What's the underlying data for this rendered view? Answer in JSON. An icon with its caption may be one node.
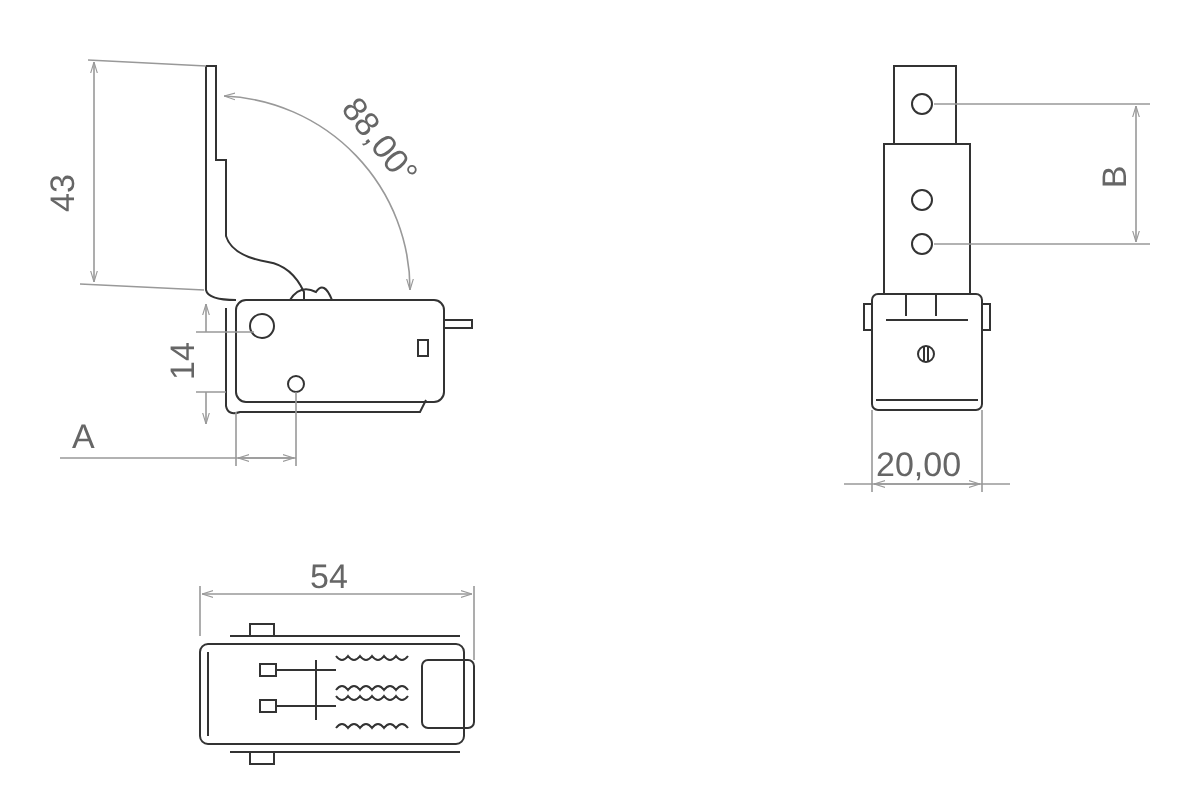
{
  "diagram": {
    "labels": [
      "43",
      "88,00°",
      "14",
      "A",
      "B",
      "20,00",
      "54"
    ]
  }
}
